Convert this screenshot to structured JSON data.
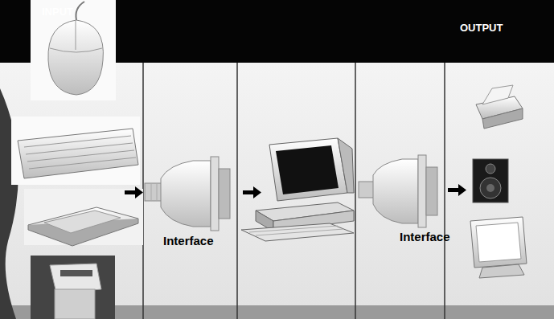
{
  "diagram": {
    "labels": [
      "INPUT",
      "OUTPUT",
      "Interface",
      "Interface"
    ]
  }
}
